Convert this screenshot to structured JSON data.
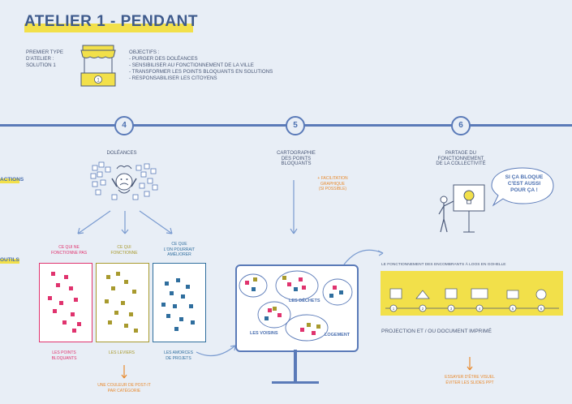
{
  "title": "ATELIER 1 - PENDANT",
  "intro": {
    "type_label": [
      "PREMIER TYPE",
      "D'ATELIER :",
      "SOLUTION 1"
    ],
    "objectives_title": "OBJECTIFS :",
    "objectives": [
      "- PURGER DES DOLÉANCES",
      "- SENSIBILISER AU FONCTIONNEMENT DE LA VILLE",
      "- TRANSFORMER LES POINTS BLOQUANTS EN SOLUTIONS",
      "- RESPONSABILISER LES CITOYENS"
    ],
    "stall_number": "1"
  },
  "steps": [
    "4",
    "5",
    "6"
  ],
  "row_labels": {
    "actions": "ACTIONS",
    "outils": "OUTILS"
  },
  "actions": {
    "doleances": "DOLÉANCES",
    "cartographie": [
      "CARTOGRAPHIE",
      "DES POINTS",
      "BLOQUANTS"
    ],
    "facilitation": [
      "+ FACILITATION",
      "GRAPHIQUE",
      "(SI POSSIBLE)"
    ],
    "partage": [
      "PARTAGE DU",
      "FONCTIONNEMENT",
      "DE LA COLLECTIVITÉ"
    ],
    "bubble": [
      "SI ÇA BLOQUE",
      "C'EST AUSSI",
      "POUR ÇA !"
    ]
  },
  "boards": [
    {
      "header": [
        "CE QUI NE",
        "FONCTIONNE PAS"
      ],
      "footer": [
        "LES POINTS",
        "BLOQUANTS"
      ],
      "color": "#e0336e"
    },
    {
      "header": [
        "CE QUI",
        "FONCTIONNE"
      ],
      "footer": [
        "LES LEVIERS"
      ],
      "color": "#a89a2e"
    },
    {
      "header": [
        "CE QUE",
        "L'ON POURRAIT",
        "AMÉLIORER"
      ],
      "footer": [
        "LES AMORCES",
        "DE PROJETS"
      ],
      "color": "#2f6e9e"
    }
  ],
  "postit_note": [
    "UNE COULEUR DE POST-IT",
    "PAR CATÉGORIE"
  ],
  "map_labels": {
    "voisins": "LES VOISINS",
    "dechets": "LES DÉCHETS",
    "logement": "LOGEMENT"
  },
  "strip": {
    "title": "LE FONCTIONNEMENT DES ENCOMBRANTS À LOOS EN GOHELLE",
    "numbers": [
      "1",
      "2",
      "3",
      "4",
      "5",
      "6"
    ]
  },
  "projection": "PROJECTION ET / OU DOCUMENT IMPRIMÉ",
  "visual_note": [
    "ESSAYER D'ÊTRE VISUEL",
    "ÉVITER LES SLIDES PPT"
  ],
  "colors": {
    "accent_yellow": "#f2e04a",
    "blue": "#5a7ab8",
    "orange": "#e88a2e"
  }
}
